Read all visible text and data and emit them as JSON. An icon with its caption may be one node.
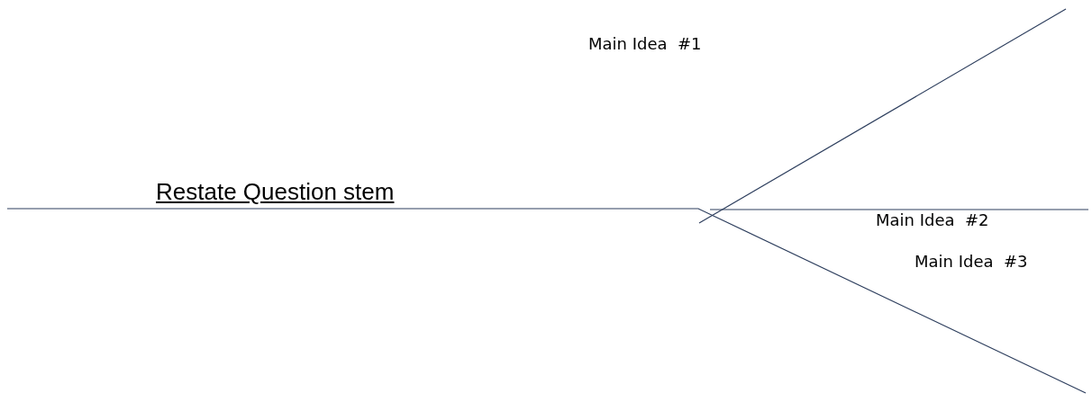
{
  "diagram": {
    "labels": [
      "Restate Question stem",
      "Main Idea  #1",
      "Main Idea  #2",
      "Main Idea  #3"
    ]
  }
}
